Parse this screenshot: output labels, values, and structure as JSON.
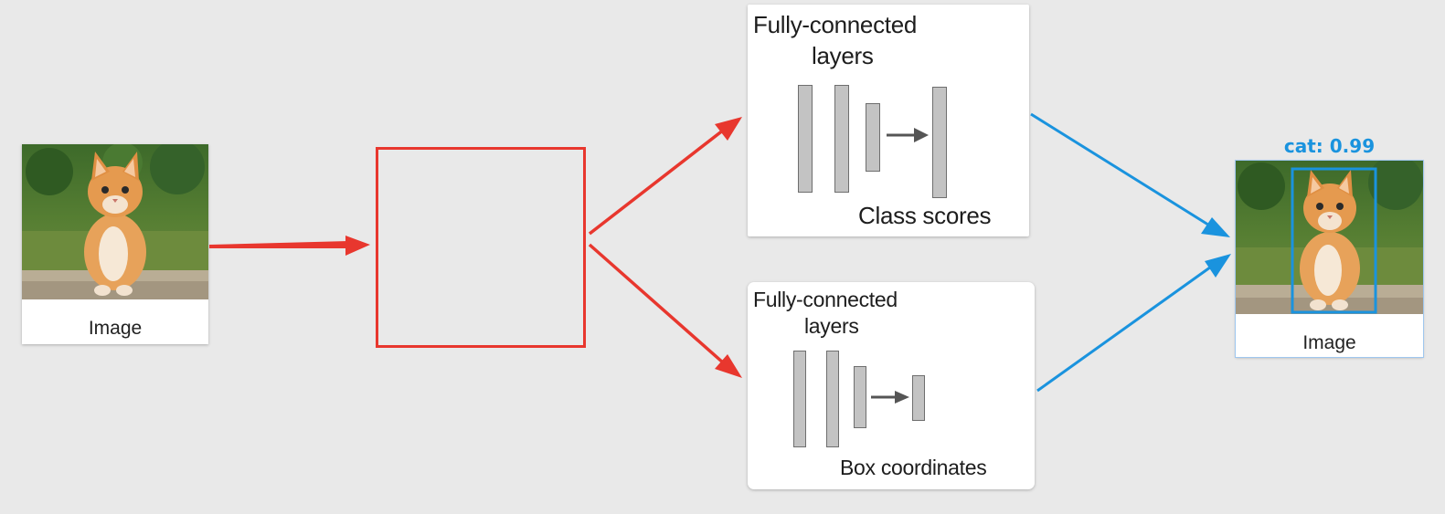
{
  "input_image": {
    "caption": "Image",
    "subject": "kitten-photo"
  },
  "cnn_box": {
    "color": "#e8372e"
  },
  "class_branch": {
    "title_line1": "Fully-connected",
    "title_line2": "layers",
    "caption": "Class scores"
  },
  "box_branch": {
    "title_line1": "Fully-connected",
    "title_line2": "layers",
    "caption": "Box coordinates"
  },
  "output_image": {
    "caption": "Image",
    "detection_label": "cat: 0.99",
    "detection_color": "#1a93de",
    "subject": "kitten-photo-with-bounding-box"
  },
  "arrows": {
    "input_color": "#e8372e",
    "output_color": "#1a93de"
  }
}
